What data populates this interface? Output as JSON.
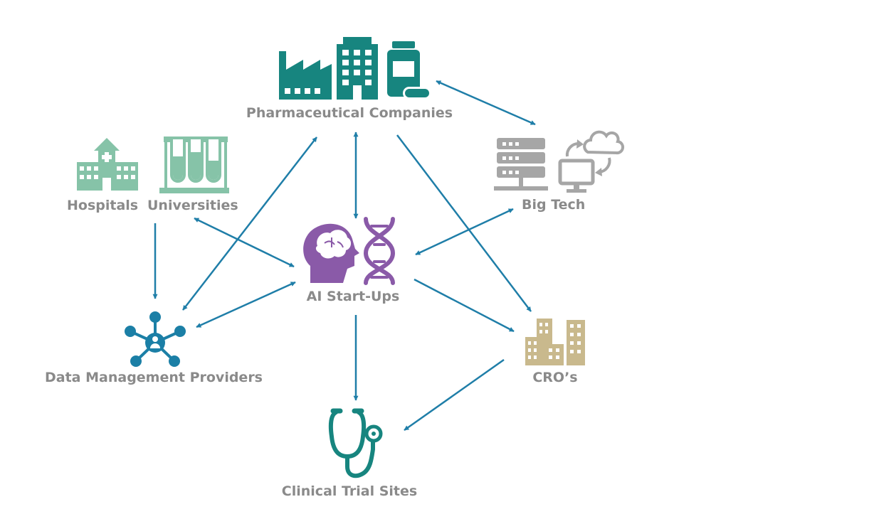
{
  "nodes": {
    "pharma": {
      "label": "Pharmaceutical Companies",
      "color": "#17857f"
    },
    "hospitals": {
      "label": "Hospitals",
      "color": "#86c3a8"
    },
    "universities": {
      "label": "Universities",
      "color": "#86c3a8"
    },
    "bigtech": {
      "label": "Big Tech",
      "color": "#a6a6a6"
    },
    "aistartups": {
      "label": "AI Start-Ups",
      "color": "#8a5aa8"
    },
    "datamgmt": {
      "label": "Data Management Providers",
      "color": "#1b7fa6"
    },
    "cros": {
      "label": "CRO’s",
      "color": "#c9b98d"
    },
    "clinical": {
      "label": "Clinical Trial Sites",
      "color": "#17857f"
    }
  },
  "icons": {
    "pharma": [
      "factory-icon",
      "office-building-icon",
      "medicine-bottle-icon"
    ],
    "hospitals": "hospital-icon",
    "universities": "test-tubes-icon",
    "bigtech": [
      "server-rack-icon",
      "cloud-computer-icon"
    ],
    "aistartups": [
      "brain-head-icon",
      "dna-icon"
    ],
    "datamgmt": "network-hub-icon",
    "cros": "city-buildings-icon",
    "clinical": "stethoscope-icon"
  },
  "edges": [
    {
      "from": "pharma",
      "to": "bigtech",
      "direction": "both"
    },
    {
      "from": "pharma",
      "to": "aistartups",
      "direction": "both"
    },
    {
      "from": "pharma",
      "to": "datamgmt",
      "direction": "both"
    },
    {
      "from": "pharma",
      "to": "cros",
      "direction": "forward"
    },
    {
      "from": "hospitals",
      "to": "datamgmt",
      "direction": "forward"
    },
    {
      "from": "universities",
      "to": "aistartups",
      "direction": "both"
    },
    {
      "from": "aistartups",
      "to": "bigtech",
      "direction": "both"
    },
    {
      "from": "aistartups",
      "to": "datamgmt",
      "direction": "both"
    },
    {
      "from": "aistartups",
      "to": "cros",
      "direction": "forward"
    },
    {
      "from": "aistartups",
      "to": "clinical",
      "direction": "forward"
    },
    {
      "from": "cros",
      "to": "clinical",
      "direction": "forward"
    }
  ],
  "arrow_color": "#1f7ea8"
}
